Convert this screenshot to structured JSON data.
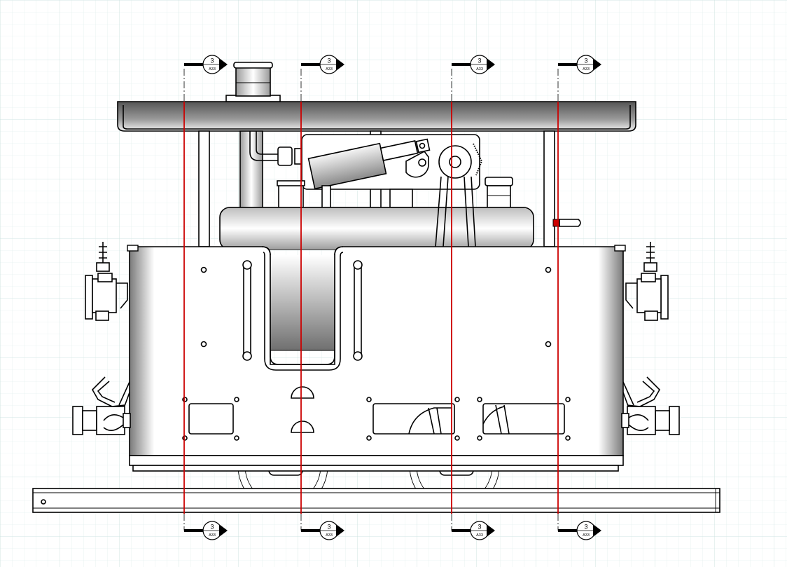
{
  "drawing": {
    "section_markers": [
      {
        "number": "3",
        "sheet": "A33"
      },
      {
        "number": "3",
        "sheet": "A33"
      },
      {
        "number": "3",
        "sheet": "A33"
      },
      {
        "number": "3",
        "sheet": "A33"
      }
    ]
  },
  "colors": {
    "grid": "#dcebea",
    "section_line": "#cc0000",
    "outline": "#000000"
  }
}
